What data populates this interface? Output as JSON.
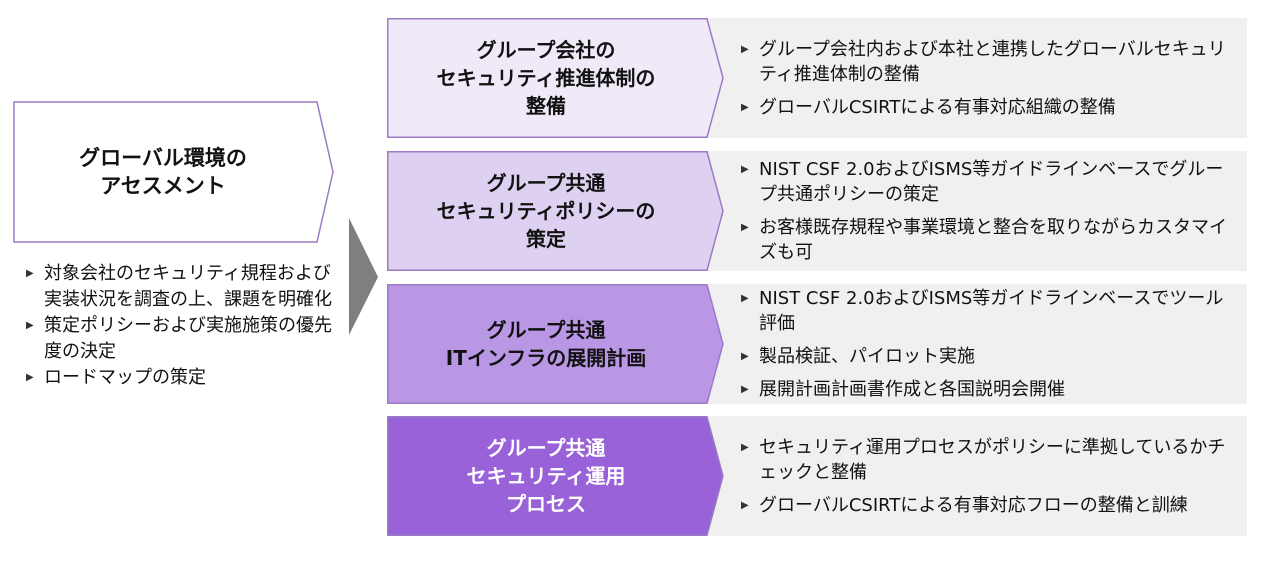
{
  "assessment": {
    "title_lines": [
      "グローバル環境の",
      "アセスメント"
    ],
    "bullets": [
      "対象会社のセキュリティ規程および実装状況を調査の上、課題を明確化",
      "策定ポリシーおよび実施施策の優先度の決定",
      "ロードマップの策定"
    ]
  },
  "rows": [
    {
      "title_lines": [
        "グループ会社の",
        "セキュリティ推進体制の",
        "整備"
      ],
      "bullets": [
        "グループ会社内および本社と連携したグローバルセキュリティ推進体制の整備",
        "グローバルCSIRTによる有事対応組織の整備"
      ]
    },
    {
      "title_lines": [
        "グループ共通",
        "セキュリティポリシーの",
        "策定"
      ],
      "bullets": [
        "NIST CSF 2.0およびISMS等ガイドラインベースでグループ共通ポリシーの策定",
        "お客様既存規程や事業環境と整合を取りながらカスタマイズも可"
      ]
    },
    {
      "title_lines": [
        "グループ共通",
        "ITインフラの展開計画"
      ],
      "bullets": [
        "NIST CSF 2.0およびISMS等ガイドラインベースでツール評価",
        "製品検証、パイロット実施",
        "展開計画計画書作成と各国説明会開催"
      ]
    },
    {
      "title_lines": [
        "グループ共通",
        "セキュリティ運用",
        "プロセス"
      ],
      "bullets": [
        "セキュリティ運用プロセスがポリシーに準拠しているかチェックと整備",
        "グローバルCSIRTによる有事対応フローの整備と訓練"
      ]
    }
  ],
  "colors": {
    "row_fills": [
      "#f0eaf8",
      "#ddd0f0",
      "#b997e4",
      "#9a62d8"
    ],
    "chevron_stroke": "#9b7bc4",
    "panel_bg": "#f0f0f0",
    "arrow": "#7f7f7f"
  },
  "icons": {
    "bullet": "triangle-right-icon",
    "flow_arrow": "triangle-right-icon"
  }
}
